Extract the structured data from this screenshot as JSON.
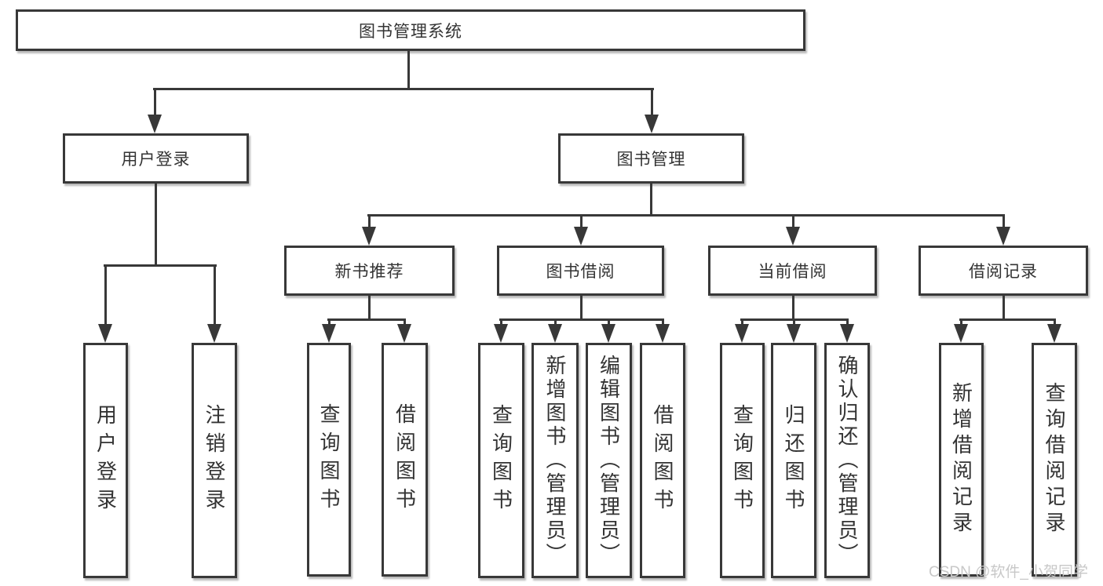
{
  "tree": {
    "root": {
      "label": "图书管理系统"
    },
    "children": [
      {
        "label": "用户登录",
        "children": [
          {
            "label": "用户登录"
          },
          {
            "label": "注销登录"
          }
        ]
      },
      {
        "label": "图书管理",
        "children": [
          {
            "label": "新书推荐",
            "children": [
              {
                "label": "查询图书"
              },
              {
                "label": "借阅图书"
              }
            ]
          },
          {
            "label": "图书借阅",
            "children": [
              {
                "label": "查询图书"
              },
              {
                "label": "新增图书（管理员）"
              },
              {
                "label": "编辑图书（管理员）"
              },
              {
                "label": "借阅图书"
              }
            ]
          },
          {
            "label": "当前借阅",
            "children": [
              {
                "label": "查询图书"
              },
              {
                "label": "归还图书"
              },
              {
                "label": "确认归还（管理员）"
              }
            ]
          },
          {
            "label": "借阅记录",
            "children": [
              {
                "label": "新增借阅记录"
              },
              {
                "label": "查询借阅记录"
              }
            ]
          }
        ]
      }
    ]
  },
  "watermark": "CSDN @软件_小贺同学",
  "colors": {
    "line": "#383838",
    "text": "#333333",
    "watermark": "#c8c8c8",
    "background": "#ffffff"
  }
}
